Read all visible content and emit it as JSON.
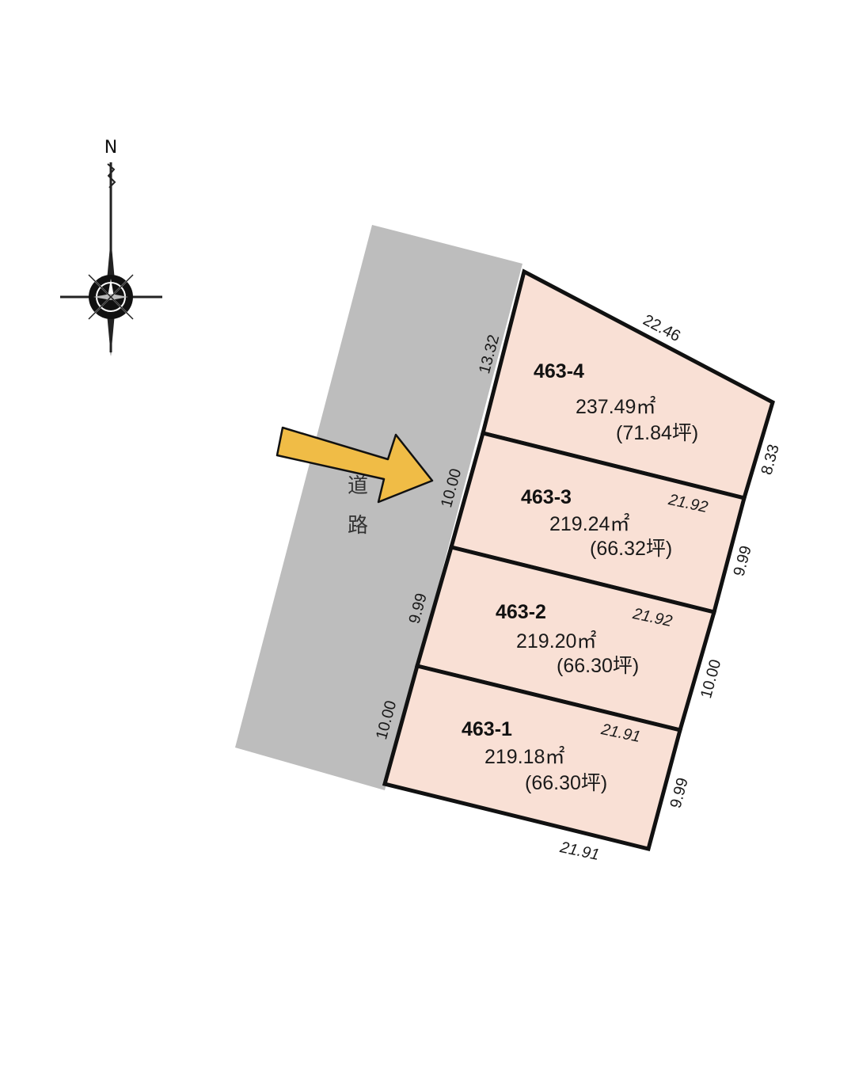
{
  "compass": {
    "north_label": "N"
  },
  "road": {
    "label_char_1": "道",
    "label_char_2": "路",
    "color": "#bdbdbd"
  },
  "lot_fill_color": "#f9e0d5",
  "arrow_color": "#f0bc46",
  "lots": [
    {
      "id": "463-4",
      "area_m2": "237.49㎡",
      "area_tsubo": "(71.84坪)"
    },
    {
      "id": "463-3",
      "area_m2": "219.24㎡",
      "area_tsubo": "(66.32坪)"
    },
    {
      "id": "463-2",
      "area_m2": "219.20㎡",
      "area_tsubo": "(66.30坪)"
    },
    {
      "id": "463-1",
      "area_m2": "219.18㎡",
      "area_tsubo": "(66.30坪)"
    }
  ],
  "dimensions": {
    "top_edge": "22.46",
    "left_463_4": "13.32",
    "left_463_3": "10.00",
    "left_463_2": "9.99",
    "left_463_1": "10.00",
    "right_463_4": "8.33",
    "right_463_3": "9.99",
    "right_463_2": "10.00",
    "right_463_1": "9.99",
    "divider_3_4": "21.92",
    "divider_2_3": "21.92",
    "divider_1_2": "21.91",
    "bottom_edge": "21.91"
  }
}
